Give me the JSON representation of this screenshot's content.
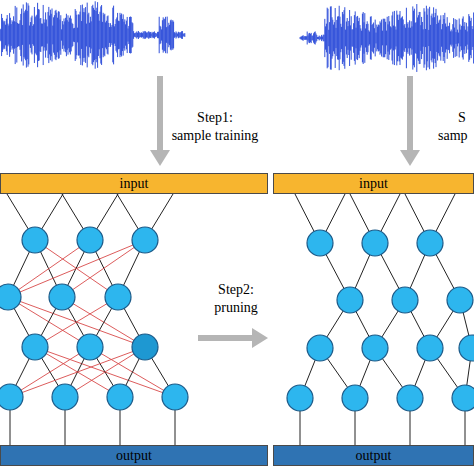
{
  "diagram": {
    "nodes": [
      {
        "text": [
          "input"
        ]
      },
      {
        "text": [
          "output"
        ]
      },
      {
        "text": [
          "input"
        ]
      },
      {
        "text": [
          "output"
        ]
      }
    ],
    "labels": [
      "Step1:",
      "sample training",
      "Step2:",
      "pruning",
      "S",
      "samp"
    ]
  }
}
